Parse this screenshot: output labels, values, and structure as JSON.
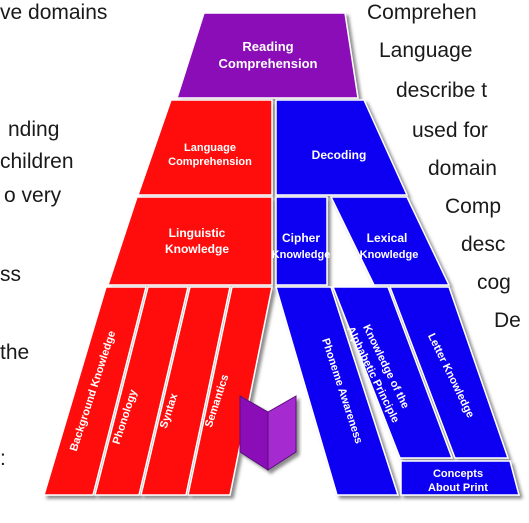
{
  "left_text": [
    "ve domains",
    "nding",
    "children",
    "o very",
    "ss",
    "the",
    ":"
  ],
  "right_text": [
    "Comprehen",
    "Language",
    "describe t",
    "used for",
    "domain",
    "Comp",
    "desc",
    "cog",
    "De"
  ],
  "diagram": {
    "top": {
      "line1": "Reading",
      "line2": "Comprehension"
    },
    "language_comprehension": {
      "line1": "Language",
      "line2": "Comprehension"
    },
    "decoding": "Decoding",
    "linguistic_knowledge": {
      "line1": "Linguistic",
      "line2": "Knowledge"
    },
    "cipher_knowledge": {
      "line1": "Cipher",
      "line2": "Knowledge"
    },
    "lexical_knowledge": {
      "line1": "Lexical",
      "line2": "Knowledge"
    },
    "left_strips": [
      "Background Knowledge",
      "Phonology",
      "Syntax",
      "Semantics"
    ],
    "right_strips": {
      "phoneme_awareness": "Phoneme Awareness",
      "alphabetic_principle": {
        "line1": "Knowledge of the",
        "line2": "Alphabetic Principle"
      },
      "letter_knowledge": "Letter Knowledge"
    },
    "concepts_about_print": {
      "line1": "Concepts",
      "line2": "About Print"
    }
  },
  "colors": {
    "purple": "#8a10b8",
    "red": "#ff0a0a",
    "blue": "#0c00f2",
    "book": "#8a10b8"
  }
}
